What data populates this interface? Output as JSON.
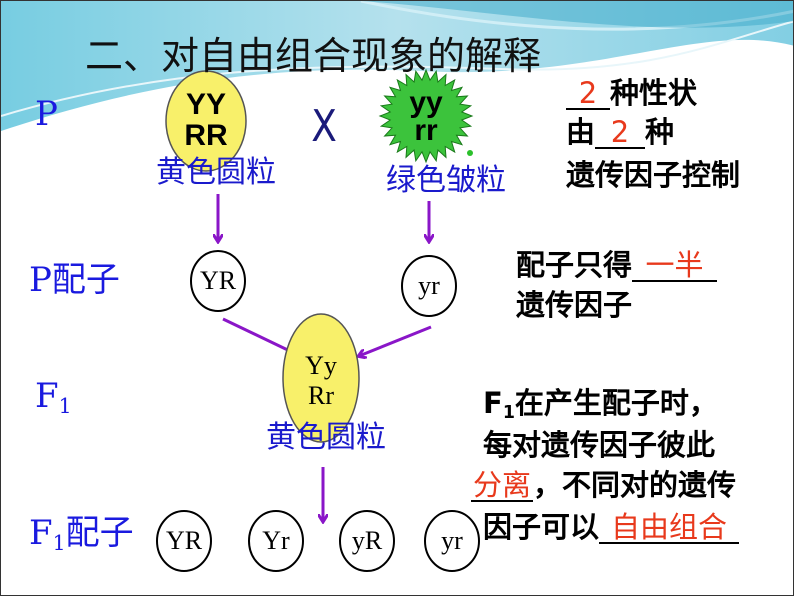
{
  "title": "二、对自由组合现象的解释",
  "rows": {
    "p": "P",
    "p_gamete": "P配子",
    "f1_base": "F",
    "f1_sub": "1",
    "f1_gamete_base": "F",
    "f1_gamete_sub": "1",
    "f1_gamete_rest": "配子"
  },
  "parents": {
    "yellow_genotype": [
      "YY",
      "RR"
    ],
    "green_genotype": [
      "yy",
      "rr"
    ],
    "cross_symbol": "X",
    "yellow_phenotype": "黄色圆粒",
    "green_phenotype": "绿色皱粒"
  },
  "p_gametes": [
    "YR",
    "yr"
  ],
  "f1": {
    "genotype": [
      "Yy",
      "Rr"
    ],
    "phenotype": "黄色圆粒"
  },
  "f1_gametes": [
    "YR",
    "Yr",
    "yR",
    "yr"
  ],
  "notes": {
    "n1_blank": "2",
    "n1_text": "种性状",
    "n2_pre": "由",
    "n2_blank": "2",
    "n2_post": "种",
    "n3": "遗传因子控制",
    "g1_pre": "配子只得",
    "g1_blank": "一半",
    "g2": "遗传因子",
    "f_base": "F",
    "f_sub": "1",
    "f_line1": "在产生配子时，",
    "f_line2": "每对遗传因子彼此",
    "f_line3_blank": "分离",
    "f_line3_rest": "，不同对的遗传",
    "f_line4_pre": "因子可以",
    "f_line4_blank": "自由组合"
  },
  "colors": {
    "accent_blue": "#1a1adf",
    "answer_red": "#e8391c",
    "arrow_purple": "#8a16c8",
    "yellow": "#f8f06a",
    "green": "#3cc33c"
  }
}
